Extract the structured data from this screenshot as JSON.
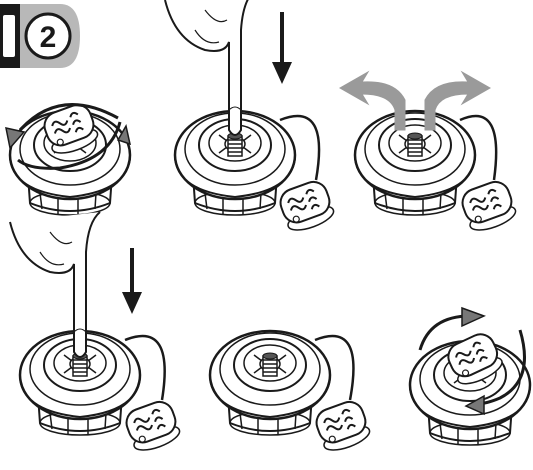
{
  "header": {
    "step_number": "2"
  },
  "panels": [
    {
      "id": "cap-rotate-off",
      "icon": "rotate-arrows-icon"
    },
    {
      "id": "press-valve-down",
      "icon": "down-arrow-icon"
    },
    {
      "id": "air-release",
      "icon": "air-flow-arrows-icon"
    },
    {
      "id": "press-valve-again",
      "icon": "down-arrow-icon"
    },
    {
      "id": "valve-up",
      "icon": "valve-pin-icon"
    },
    {
      "id": "cap-rotate-on",
      "icon": "rotate-arrows-icon"
    }
  ],
  "colors": {
    "line": "#1a1a1a",
    "gray_arrow": "#9a9a9a",
    "badge_fill": "#b8b8b8",
    "pin_dark": "#555555"
  }
}
